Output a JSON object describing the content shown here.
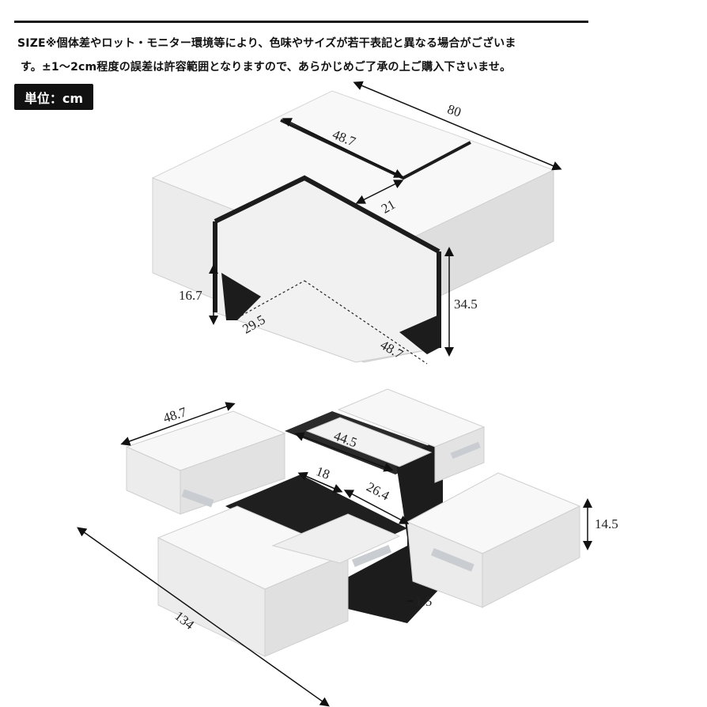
{
  "notes": {
    "line1": "SIZE※個体差やロット・モニター環境等により、色味やサイズが若干表記と異なる場合がございま",
    "line2": "す。±1〜2cm程度の誤差は許容範囲となりますので、あらかじめご了承の上ご購入下さいませ。"
  },
  "unit_label": "単位：cm",
  "top_figure": {
    "width": "80",
    "top_drawer_length": "48.7",
    "center_gap": "21",
    "side_height": "16.7",
    "bottom_depth": "29.5",
    "bottom_length": "48.7",
    "total_height": "34.5"
  },
  "bottom_figure": {
    "drawer_length": "48.7",
    "inner_length": "44.5",
    "inner_gap": "18",
    "diagonal": "26.4",
    "drawer_height": "14.5",
    "panel_thickness": "1.5",
    "total_extended": "134"
  },
  "colors": {
    "panel_white": "#f7f7f7",
    "panel_side": "#e4e4e4",
    "divider_black": "#1c1c1c"
  }
}
